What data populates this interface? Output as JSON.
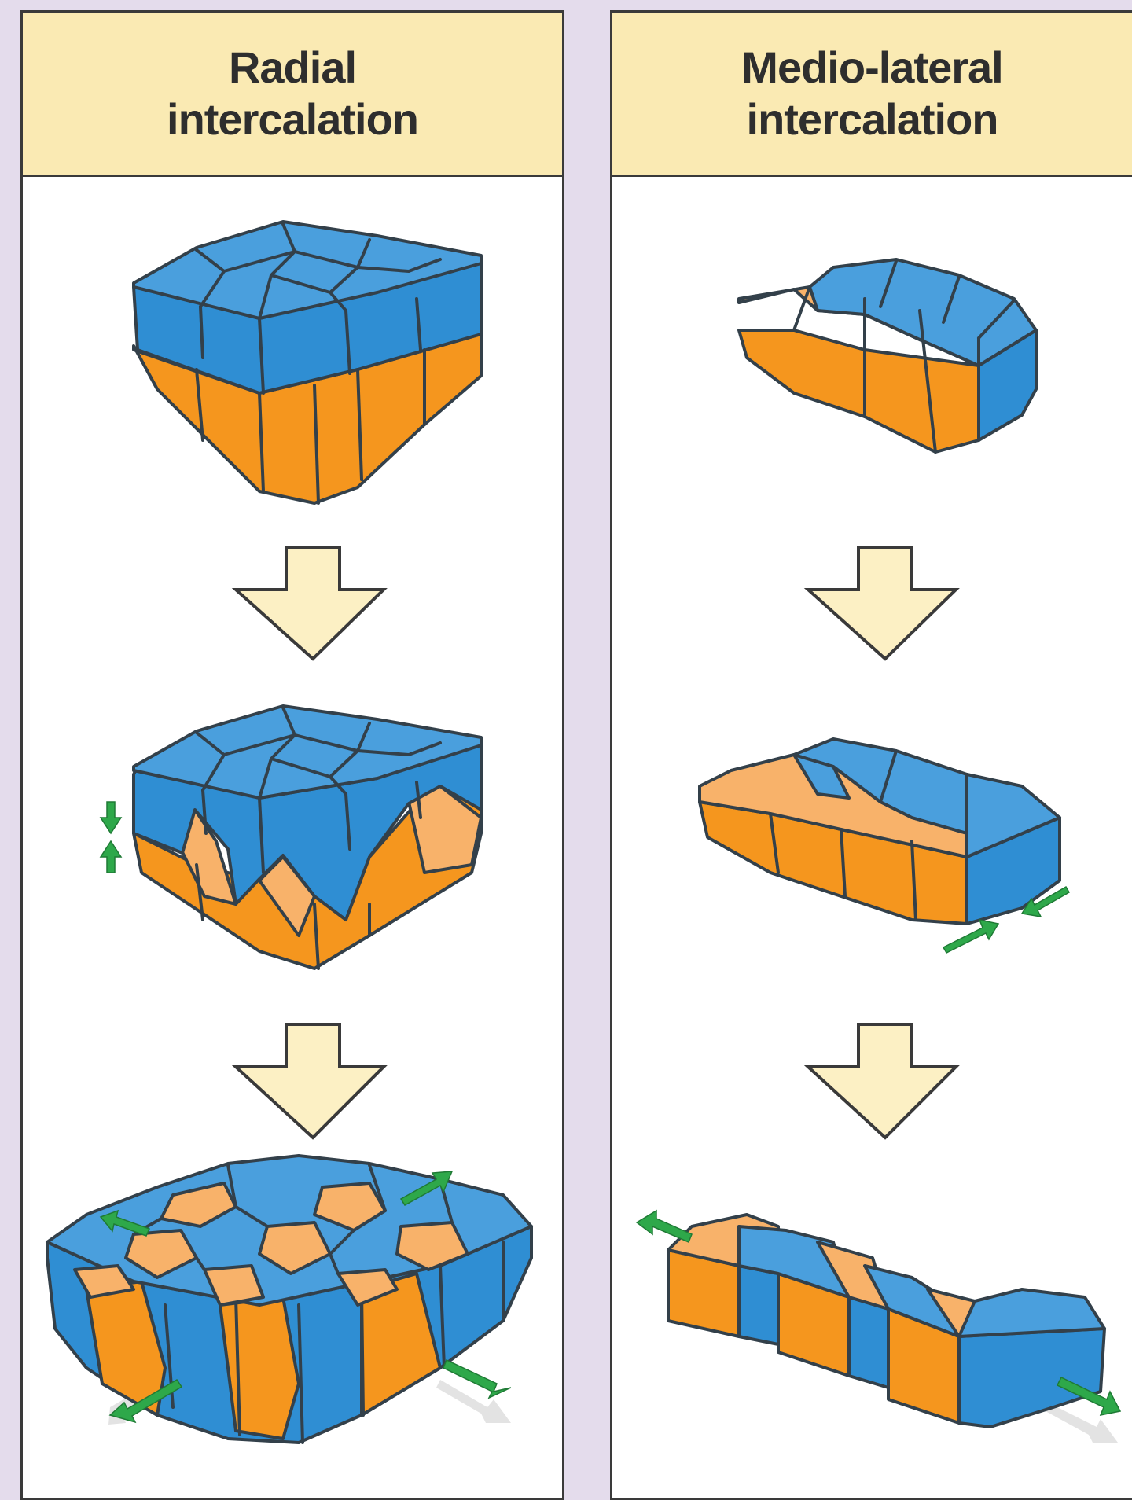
{
  "panels": [
    {
      "title_line1": "Radial",
      "title_line2": "intercalation"
    },
    {
      "title_line1": "Medio-lateral",
      "title_line2": "intercalation"
    }
  ],
  "colors": {
    "background": "#e4dcec",
    "header_fill": "#faeab3",
    "blue_cell": "#2f8ed3",
    "orange_cell": "#f5961e",
    "orange_top": "#f8b26a",
    "outline": "#33404a",
    "arrow_fill": "#fcf0c4",
    "green_arrow": "#2ea84a",
    "shadow_arrow": "#e3e3e3"
  },
  "icons": [
    "down-arrow",
    "green-double-arrow",
    "grey-shadow-arrow"
  ]
}
